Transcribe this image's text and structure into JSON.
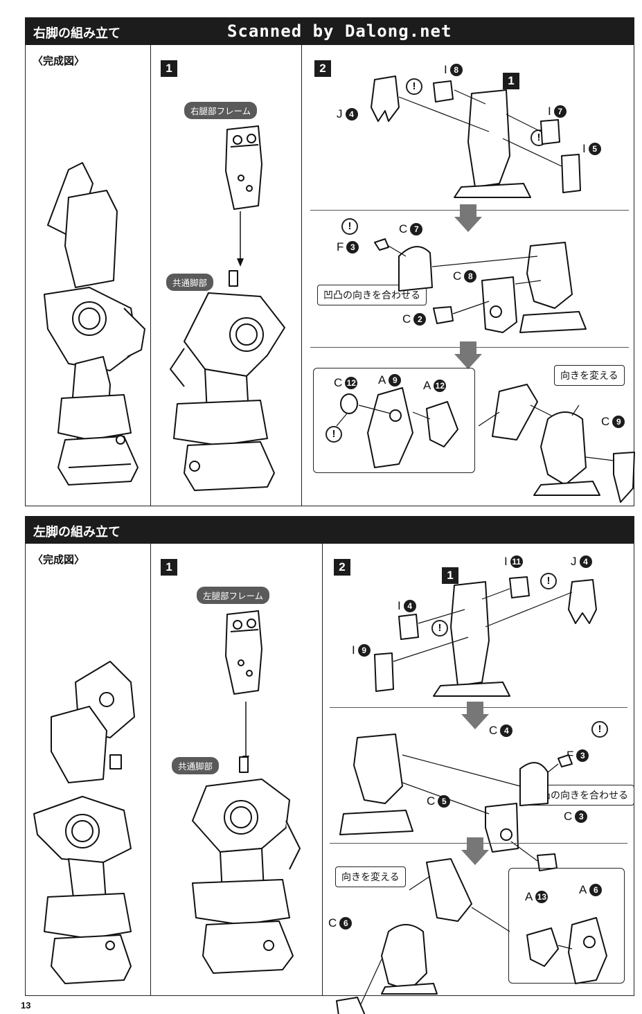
{
  "watermark": "Scanned by Dalong.net",
  "page_number": "13",
  "colors": {
    "header_bg": "#1c1c1c",
    "pill_bg": "#5a5a5a",
    "arrow": "#777777"
  },
  "sections": [
    {
      "title": "右脚の組み立て",
      "complete_label": "〈完成図〉",
      "step1": {
        "number": "1",
        "frame_label": "右腿部フレーム",
        "common_label": "共通脚部"
      },
      "step2": {
        "number": "2",
        "sub_number": "1",
        "parts_a": [
          {
            "letter": "J",
            "num": "4"
          },
          {
            "letter": "I",
            "num": "8"
          },
          {
            "letter": "I",
            "num": "7"
          },
          {
            "letter": "I",
            "num": "5"
          }
        ],
        "parts_b": [
          {
            "letter": "F",
            "num": "3"
          },
          {
            "letter": "C",
            "num": "7"
          },
          {
            "letter": "C",
            "num": "8"
          },
          {
            "letter": "C",
            "num": "2"
          }
        ],
        "note_b": "凹凸の向きを合わせる",
        "parts_c": [
          {
            "letter": "C",
            "num": "12"
          },
          {
            "letter": "A",
            "num": "9"
          },
          {
            "letter": "A",
            "num": "12"
          },
          {
            "letter": "C",
            "num": "9"
          }
        ],
        "note_c": "向きを変える"
      }
    },
    {
      "title": "左脚の組み立て",
      "complete_label": "〈完成図〉",
      "step1": {
        "number": "1",
        "frame_label": "左腿部フレーム",
        "common_label": "共通脚部"
      },
      "step2": {
        "number": "2",
        "sub_number": "1",
        "parts_a": [
          {
            "letter": "I",
            "num": "11"
          },
          {
            "letter": "J",
            "num": "4"
          },
          {
            "letter": "I",
            "num": "4"
          },
          {
            "letter": "I",
            "num": "9"
          }
        ],
        "parts_b": [
          {
            "letter": "C",
            "num": "4"
          },
          {
            "letter": "F",
            "num": "3"
          },
          {
            "letter": "C",
            "num": "5"
          },
          {
            "letter": "C",
            "num": "3"
          }
        ],
        "note_b": "凹凸の向きを合わせる",
        "parts_c": [
          {
            "letter": "C",
            "num": "6"
          },
          {
            "letter": "A",
            "num": "13"
          },
          {
            "letter": "A",
            "num": "6"
          }
        ],
        "note_c": "向きを変える"
      }
    }
  ],
  "caution_symbol": "!"
}
